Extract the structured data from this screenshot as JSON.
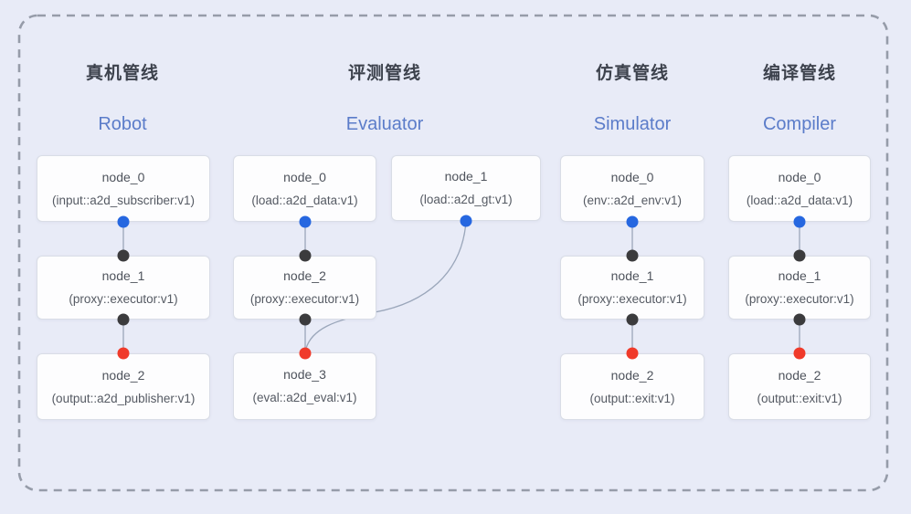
{
  "diagram": {
    "pipelines": [
      {
        "title": "真机管线",
        "subtitle": "Robot",
        "nodes": [
          {
            "name": "node_0",
            "plugin": "(input::a2d_subscriber:v1)"
          },
          {
            "name": "node_1",
            "plugin": "(proxy::executor:v1)"
          },
          {
            "name": "node_2",
            "plugin": "(output::a2d_publisher:v1)"
          }
        ]
      },
      {
        "title": "评测管线",
        "subtitle": "Evaluator",
        "nodes": [
          {
            "name": "node_0",
            "plugin": "(load::a2d_data:v1)"
          },
          {
            "name": "node_1",
            "plugin": "(load::a2d_gt:v1)"
          },
          {
            "name": "node_2",
            "plugin": "(proxy::executor:v1)"
          },
          {
            "name": "node_3",
            "plugin": "(eval::a2d_eval:v1)"
          }
        ]
      },
      {
        "title": "仿真管线",
        "subtitle": "Simulator",
        "nodes": [
          {
            "name": "node_0",
            "plugin": "(env::a2d_env:v1)"
          },
          {
            "name": "node_1",
            "plugin": "(proxy::executor:v1)"
          },
          {
            "name": "node_2",
            "plugin": "(output::exit:v1)"
          }
        ]
      },
      {
        "title": "编译管线",
        "subtitle": "Compiler",
        "nodes": [
          {
            "name": "node_0",
            "plugin": "(load::a2d_data:v1)"
          },
          {
            "name": "node_1",
            "plugin": "(proxy::executor:v1)"
          },
          {
            "name": "node_2",
            "plugin": "(output::exit:v1)"
          }
        ]
      }
    ],
    "colors": {
      "background": "#e8ebf7",
      "dashed_border": "#969ca9",
      "title_text": "#3d424d",
      "subtitle_text": "#5b7cc9",
      "node_text": "#53575f",
      "box_background": "#fdfdfe",
      "box_border": "#d9dde6",
      "edge_line": "#9aa6ba",
      "dot_blue": "#2667e0",
      "dot_dark": "#3b3b3d",
      "dot_red": "#f03a2a"
    }
  }
}
